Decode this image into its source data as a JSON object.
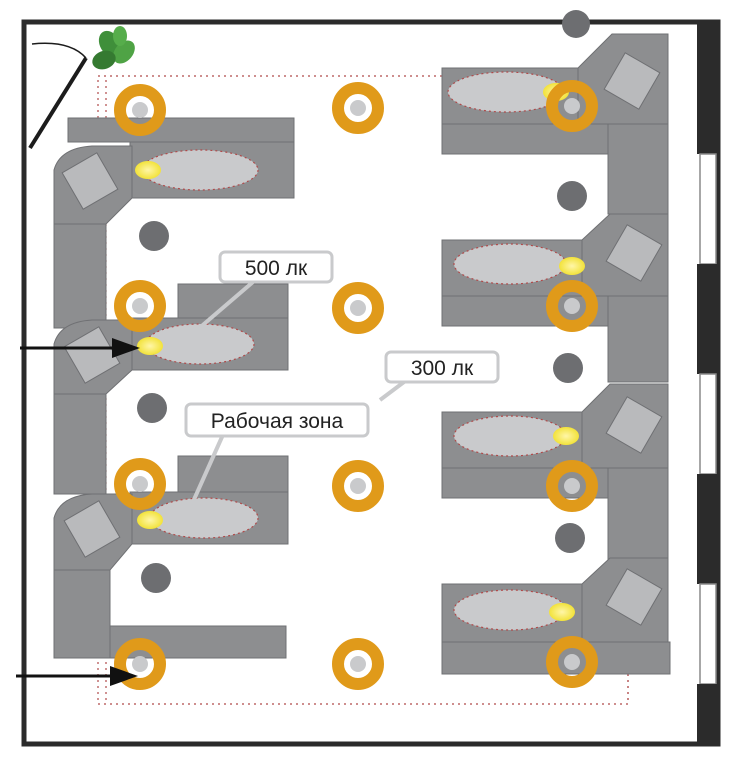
{
  "labels": {
    "lux_500": "500 лк",
    "lux_300": "300 лк",
    "work_zone": "Рабочая зона"
  },
  "colors": {
    "wall": "#2b2b2b",
    "desk": "#8d8e90",
    "desk_edge": "#6f7073",
    "monitor_area": "#c9cacc",
    "lamp": "#e09a1a",
    "task_light": "#f2e23a",
    "chair": "#6d6e71",
    "plant": "#3f8f3a",
    "dotted": "#b04a4a"
  }
}
